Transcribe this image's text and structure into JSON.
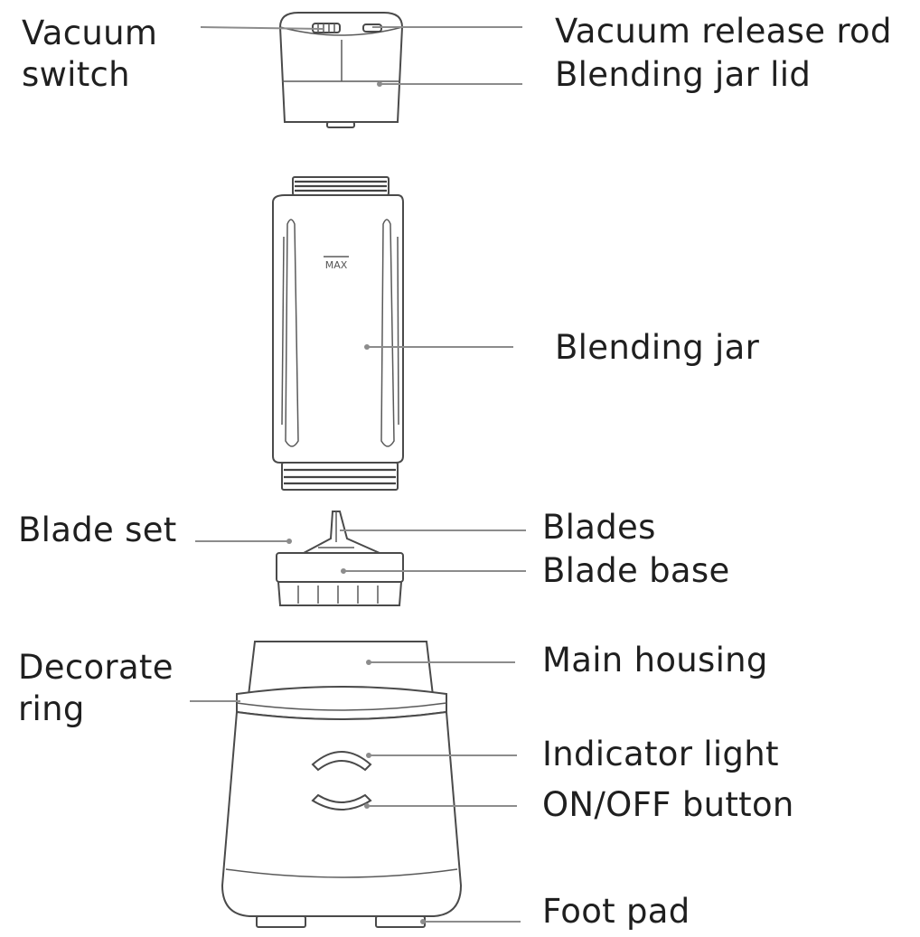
{
  "labels": {
    "vacuum_switch": [
      "Vacuum",
      "switch"
    ],
    "vacuum_release_rod": "Vacuum release rod",
    "blending_jar_lid": "Blending jar lid",
    "blending_jar": "Blending jar",
    "blade_set": "Blade set",
    "blades": "Blades",
    "blade_base": "Blade base",
    "decorate_ring": [
      "Decorate",
      "ring"
    ],
    "main_housing": "Main housing",
    "indicator_light": "Indicator light",
    "on_off_button": "ON/OFF button",
    "foot_pad": "Foot pad"
  },
  "jar_marking": "MAX",
  "colors": {
    "label_text": "#1f1f1f",
    "leader_line": "#8c8c8c",
    "outline": "#4a4a4a",
    "background": "#ffffff"
  }
}
